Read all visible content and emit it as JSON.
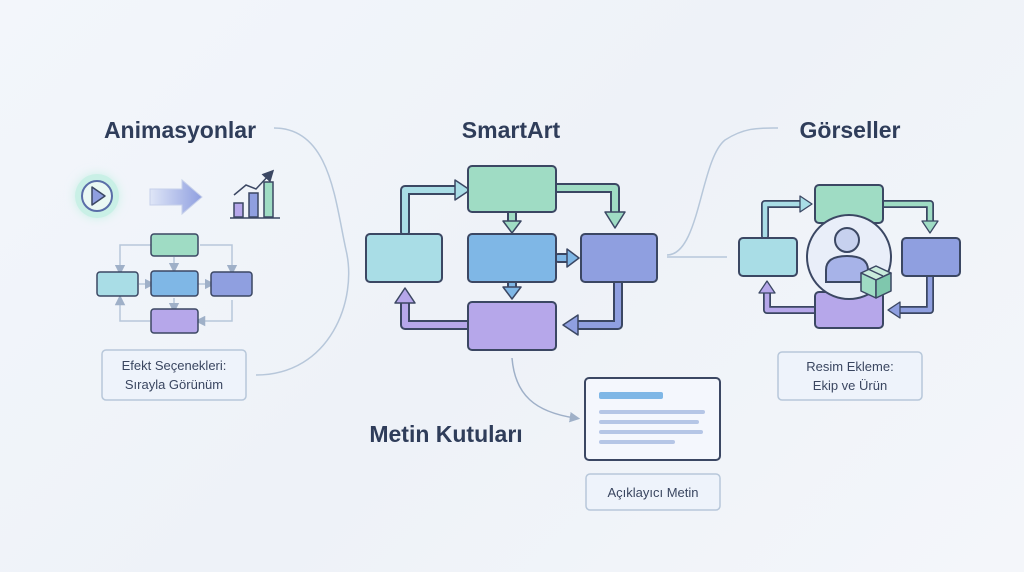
{
  "sections": {
    "animations": {
      "title": "Animasyonlar",
      "caption_line1": "Efekt Seçenekleri:",
      "caption_line2": "Sırayla Görünüm"
    },
    "smartart": {
      "title": "SmartArt"
    },
    "images": {
      "title": "Görseller",
      "caption_line1": "Resim Ekleme:",
      "caption_line2": "Ekip ve Ürün"
    },
    "textboxes": {
      "title": "Metin Kutuları",
      "caption": "Açıklayıcı Metin"
    }
  },
  "colors": {
    "green": "#9fdcc4",
    "cyan": "#a9dde6",
    "blue": "#7fb7e6",
    "indigo": "#8f9fe0",
    "purple": "#b6a7ea",
    "outline": "#3b4763",
    "connector": "#b7c7da"
  },
  "icons": [
    "play-icon",
    "arrow-right-icon",
    "bar-chart-icon",
    "person-icon",
    "package-icon",
    "document-icon"
  ]
}
